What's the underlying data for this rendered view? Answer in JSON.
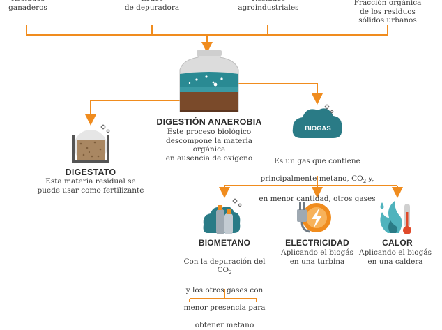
{
  "colors": {
    "arrow": "#f08c1e",
    "teal": "#2a7b86",
    "teal_light": "#4fb3bd",
    "soil": "#7a4a2a",
    "gray": "#d9d9d9"
  },
  "sources": [
    {
      "label": "Residuos\nganaderos"
    },
    {
      "label": "Lodos\nde depuradora"
    },
    {
      "label": "Residuos\nagroindustriales"
    },
    {
      "label": "Fracción orgánica\nde los residuos\nsólidos urbanos"
    }
  ],
  "digestion": {
    "title": "DIGESTIÓN ANAEROBIA",
    "desc": "Este proceso biológico\ndescompone la materia orgánica\nen ausencia de oxígeno"
  },
  "digestato": {
    "title": "DIGESTATO",
    "desc": "Esta materia residual se\npuede usar como fertilizante"
  },
  "biogas": {
    "badge": "BIOGAS",
    "desc_lines": [
      "Es un gas que contiene",
      "principalmente metano, CO",
      "2",
      " y,",
      "en menor cantidad, otros gases"
    ]
  },
  "biometano": {
    "title": "BIOMETANO",
    "desc_lines": [
      "Con la depuración del CO",
      "2",
      "y los otros gases con",
      "menor presencia para",
      "obtener metano"
    ]
  },
  "electricidad": {
    "title": "ELECTRICIDAD",
    "desc": "Aplicando el biogás\nen una turbina"
  },
  "calor": {
    "title": "CALOR",
    "desc": "Aplicando el biogás\nen una caldera"
  }
}
